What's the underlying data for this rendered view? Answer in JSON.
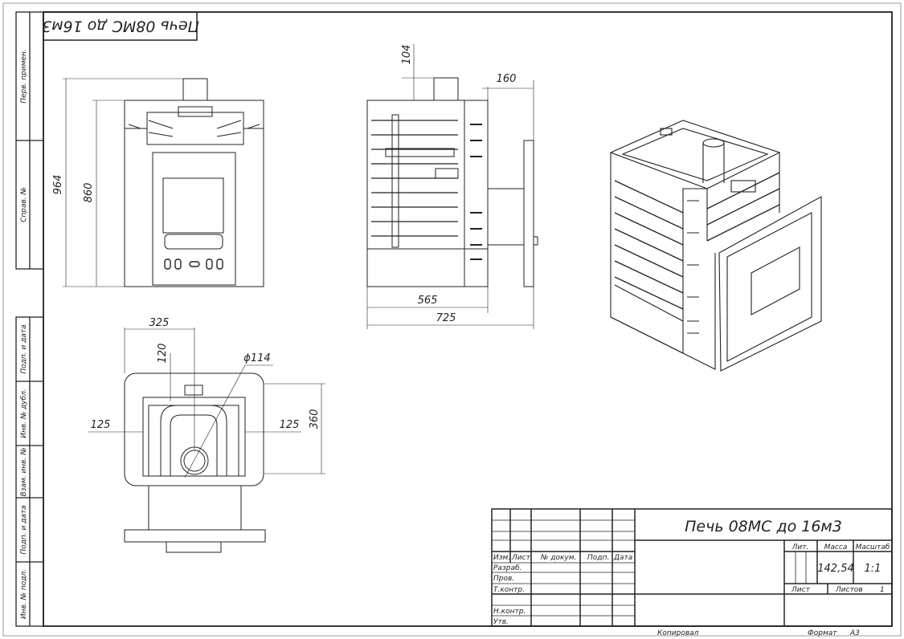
{
  "drawing": {
    "corner_label": "Печь 08МС до 16м3",
    "title": "Печь 08МС до 16м3",
    "dimensions": {
      "front_height_total": "964",
      "front_height_body": "860",
      "chimney_height": "104",
      "door_projection": "160",
      "depth_body": "565",
      "depth_total": "725",
      "top_width": "325",
      "top_offset": "120",
      "chimney_diameter": "ϕ114",
      "left_margin": "125",
      "right_margin": "125",
      "top_depth": "360"
    }
  },
  "left_strip": [
    "Перв. примен.",
    "Справ. №",
    "Подп. и дата",
    "Инв. № дубл.",
    "Взам. инв. №",
    "Подп. и дата",
    "Инв. № подл."
  ],
  "title_block": {
    "headers": [
      "Изм.",
      "Лист",
      "№ докум.",
      "Подп.",
      "Дата"
    ],
    "roles": [
      "Разраб.",
      "Пров.",
      "Т.контр.",
      "",
      "Н.контр.",
      "Утв."
    ],
    "lit_label": "Лит.",
    "mass_label": "Масса",
    "scale_label": "Масштаб",
    "mass_value": "142,54",
    "scale_value": "1:1",
    "sheet_label": "Лист",
    "sheets_label": "Листов",
    "sheets_value": "1",
    "copied_label": "Копировал",
    "format_label": "Формат",
    "format_value": "А3"
  }
}
